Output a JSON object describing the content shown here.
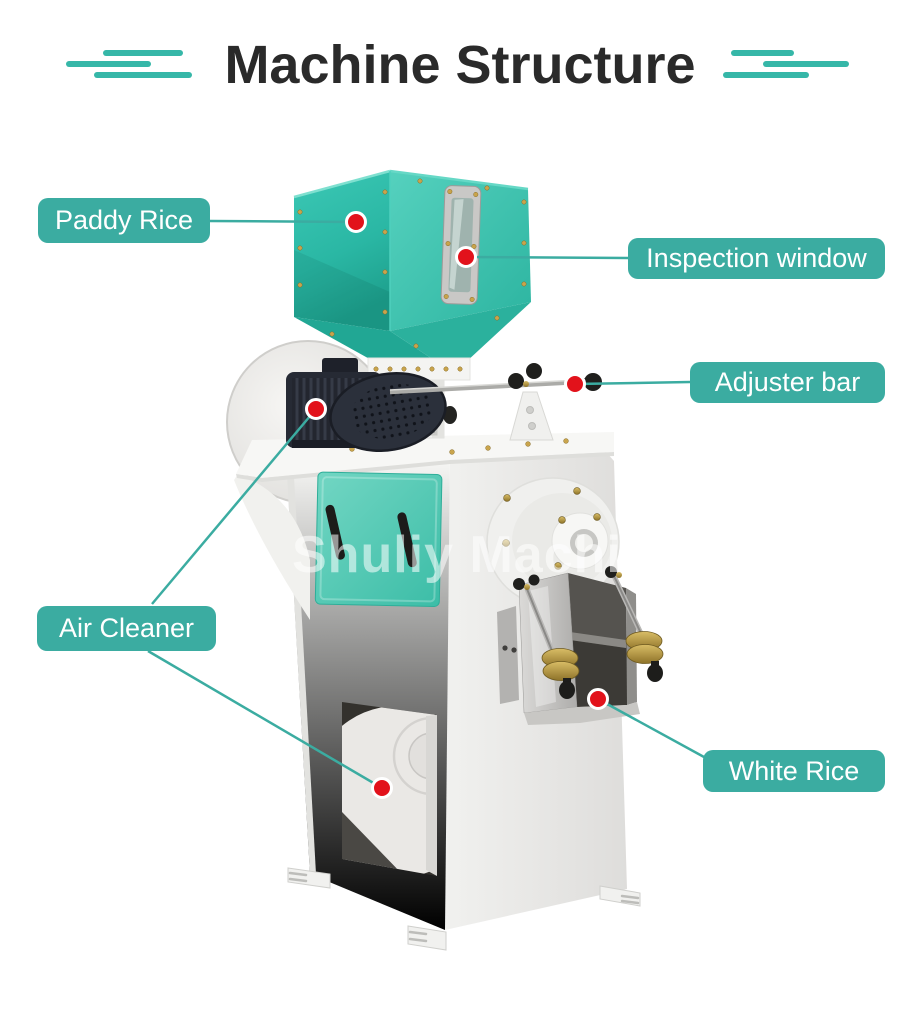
{
  "header": {
    "title": "Machine Structure"
  },
  "watermark": {
    "text": "Shuliy Machi"
  },
  "colors": {
    "accent_teal": "#3baca1",
    "title_deco_teal": "#36b7a8",
    "pointer_dot_red": "#e2121b",
    "title_text": "#2a2a2a",
    "hopper_teal": "#2fbfac",
    "door_teal": "#5ecdba"
  },
  "annotations": [
    {
      "id": "paddy-rice",
      "label": "Paddy Rice"
    },
    {
      "id": "inspection-window",
      "label": "Inspection window"
    },
    {
      "id": "adjuster-bar",
      "label": "Adjuster bar"
    },
    {
      "id": "air-cleaner",
      "label": "Air Cleaner"
    },
    {
      "id": "white-rice",
      "label": "White Rice"
    }
  ]
}
